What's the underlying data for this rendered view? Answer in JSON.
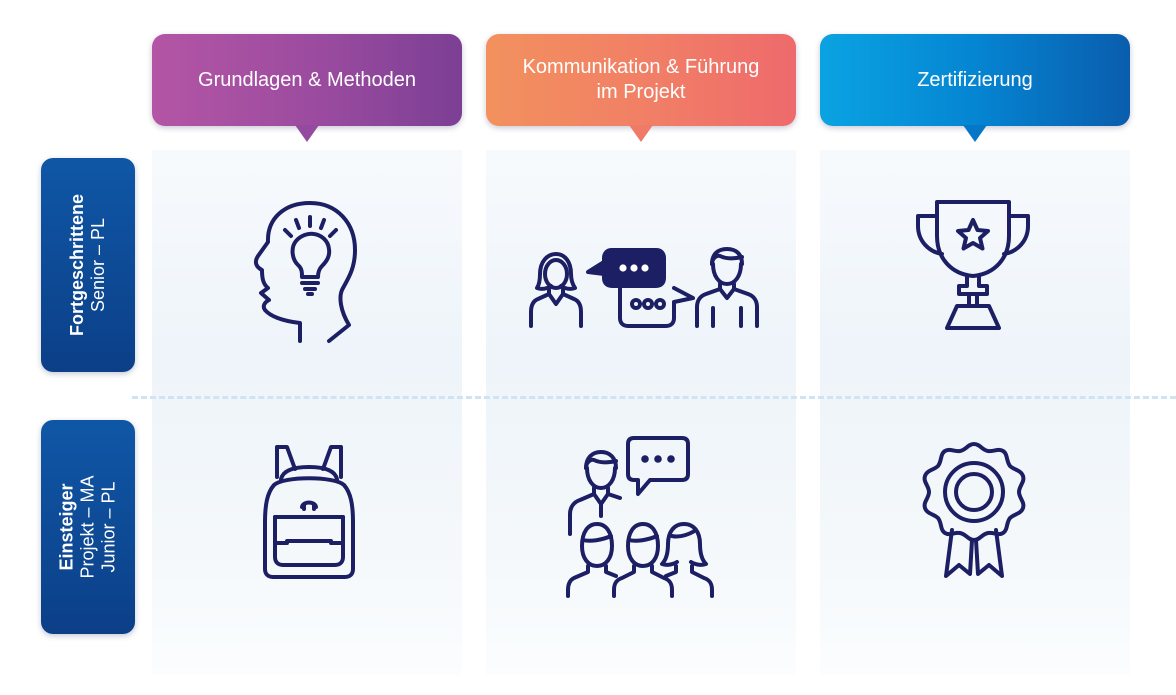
{
  "columns": [
    {
      "label": "Grundlagen & Methoden"
    },
    {
      "label": "Kommunikation & Führung\nim Projekt"
    },
    {
      "label": "Zertifizierung"
    }
  ],
  "rows": [
    {
      "title": "Fortgeschrittene",
      "sub1": "Senior – PL",
      "sub2": ""
    },
    {
      "title": "Einsteiger",
      "sub1": "Projekt – MA",
      "sub2": "Junior – PL"
    }
  ],
  "icons": {
    "r1c1": "head-lightbulb-icon",
    "r1c2": "conversation-icon",
    "r1c3": "trophy-icon",
    "r2c1": "backpack-icon",
    "r2c2": "team-chat-icon",
    "r2c3": "award-ribbon-icon"
  },
  "colors": {
    "icon_stroke": "#1c1f63",
    "header1": "#9a4b9f",
    "header2": "#f17e66",
    "header3": "#0585d2",
    "row_label": "#0c4a96",
    "divider": "#cfe3f2"
  }
}
